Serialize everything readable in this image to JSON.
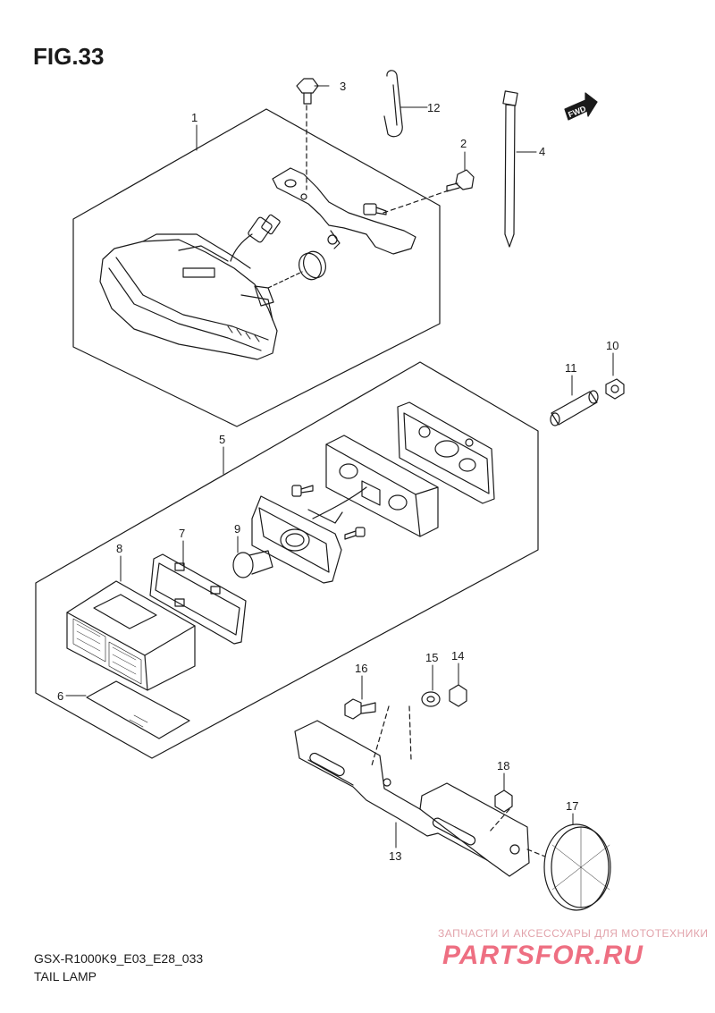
{
  "figure": {
    "title": "FIG.33",
    "model_code": "GSX-R1000K9_E03_E28_033",
    "section_name": "TAIL LAMP"
  },
  "fwd_badge": "FWD",
  "callouts": [
    "1",
    "2",
    "3",
    "4",
    "5",
    "6",
    "7",
    "8",
    "9",
    "10",
    "11",
    "12",
    "13",
    "14",
    "15",
    "16",
    "17",
    "18"
  ],
  "watermark": {
    "top_text": "ЗАПЧАСТИ И АКСЕССУАРЫ ДЛЯ МОТОТЕХНИКИ",
    "brand": "PARTSFOR.RU"
  }
}
